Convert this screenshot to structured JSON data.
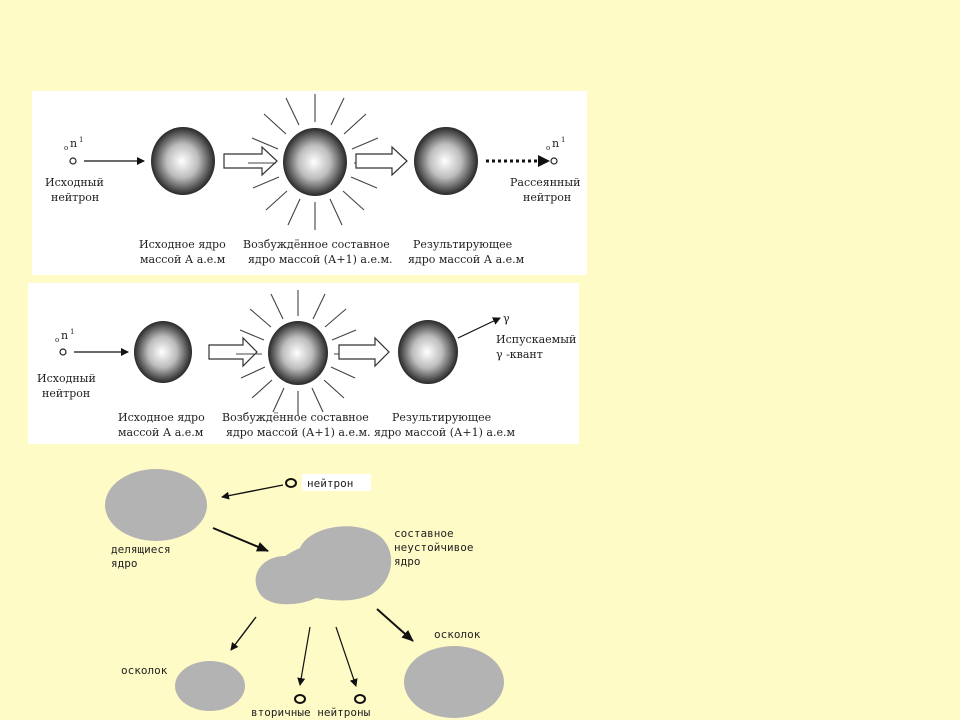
{
  "panel1": {
    "neutron_symbol": "n",
    "neutron_sub": "o",
    "neutron_sup": "1",
    "neutron_in_line1": "Исходный",
    "neutron_in_line2": "нейтрон",
    "neutron_out_line1": "Рассеянный",
    "neutron_out_line2": "нейтрон",
    "nucleus1_line1": "Исходное ядро",
    "nucleus1_line2": "массой А а.е.м",
    "nucleus2_line1": "Возбуждённое составное",
    "nucleus2_line2": "ядро массой (А+1) а.е.м.",
    "nucleus3_line1": "Результирующее",
    "nucleus3_line2": "ядро массой А а.е.м"
  },
  "panel2": {
    "neutron_symbol": "n",
    "neutron_sub": "o",
    "neutron_sup": "1",
    "neutron_in_line1": "Исходный",
    "neutron_in_line2": "нейтрон",
    "gamma_symbol": "γ",
    "gamma_line1": "Испускаемый",
    "gamma_line2": "γ -квант",
    "nucleus1_line1": "Исходное ядро",
    "nucleus1_line2": "массой А а.е.м",
    "nucleus2_line1": "Возбуждённое составное",
    "nucleus2_line2": "ядро массой (А+1) а.е.м.",
    "nucleus3_line1": "Результирующее",
    "nucleus3_line2": "ядро массой (А+1) а.е.м"
  },
  "panel3": {
    "neutron_label": "нейтрон",
    "fissile_line1": "делящиеся",
    "fissile_line2": "ядро",
    "compound_line1": "составное",
    "compound_line2": "неустойчивое",
    "compound_line3": "ядро",
    "fragment_left": "осколок",
    "fragment_right": "осколок",
    "secondary_neutrons": "вторичные нейтроны"
  },
  "colors": {
    "background": "#fffbc7",
    "panel": "#ffffff",
    "blob": "#b3b3b3"
  }
}
